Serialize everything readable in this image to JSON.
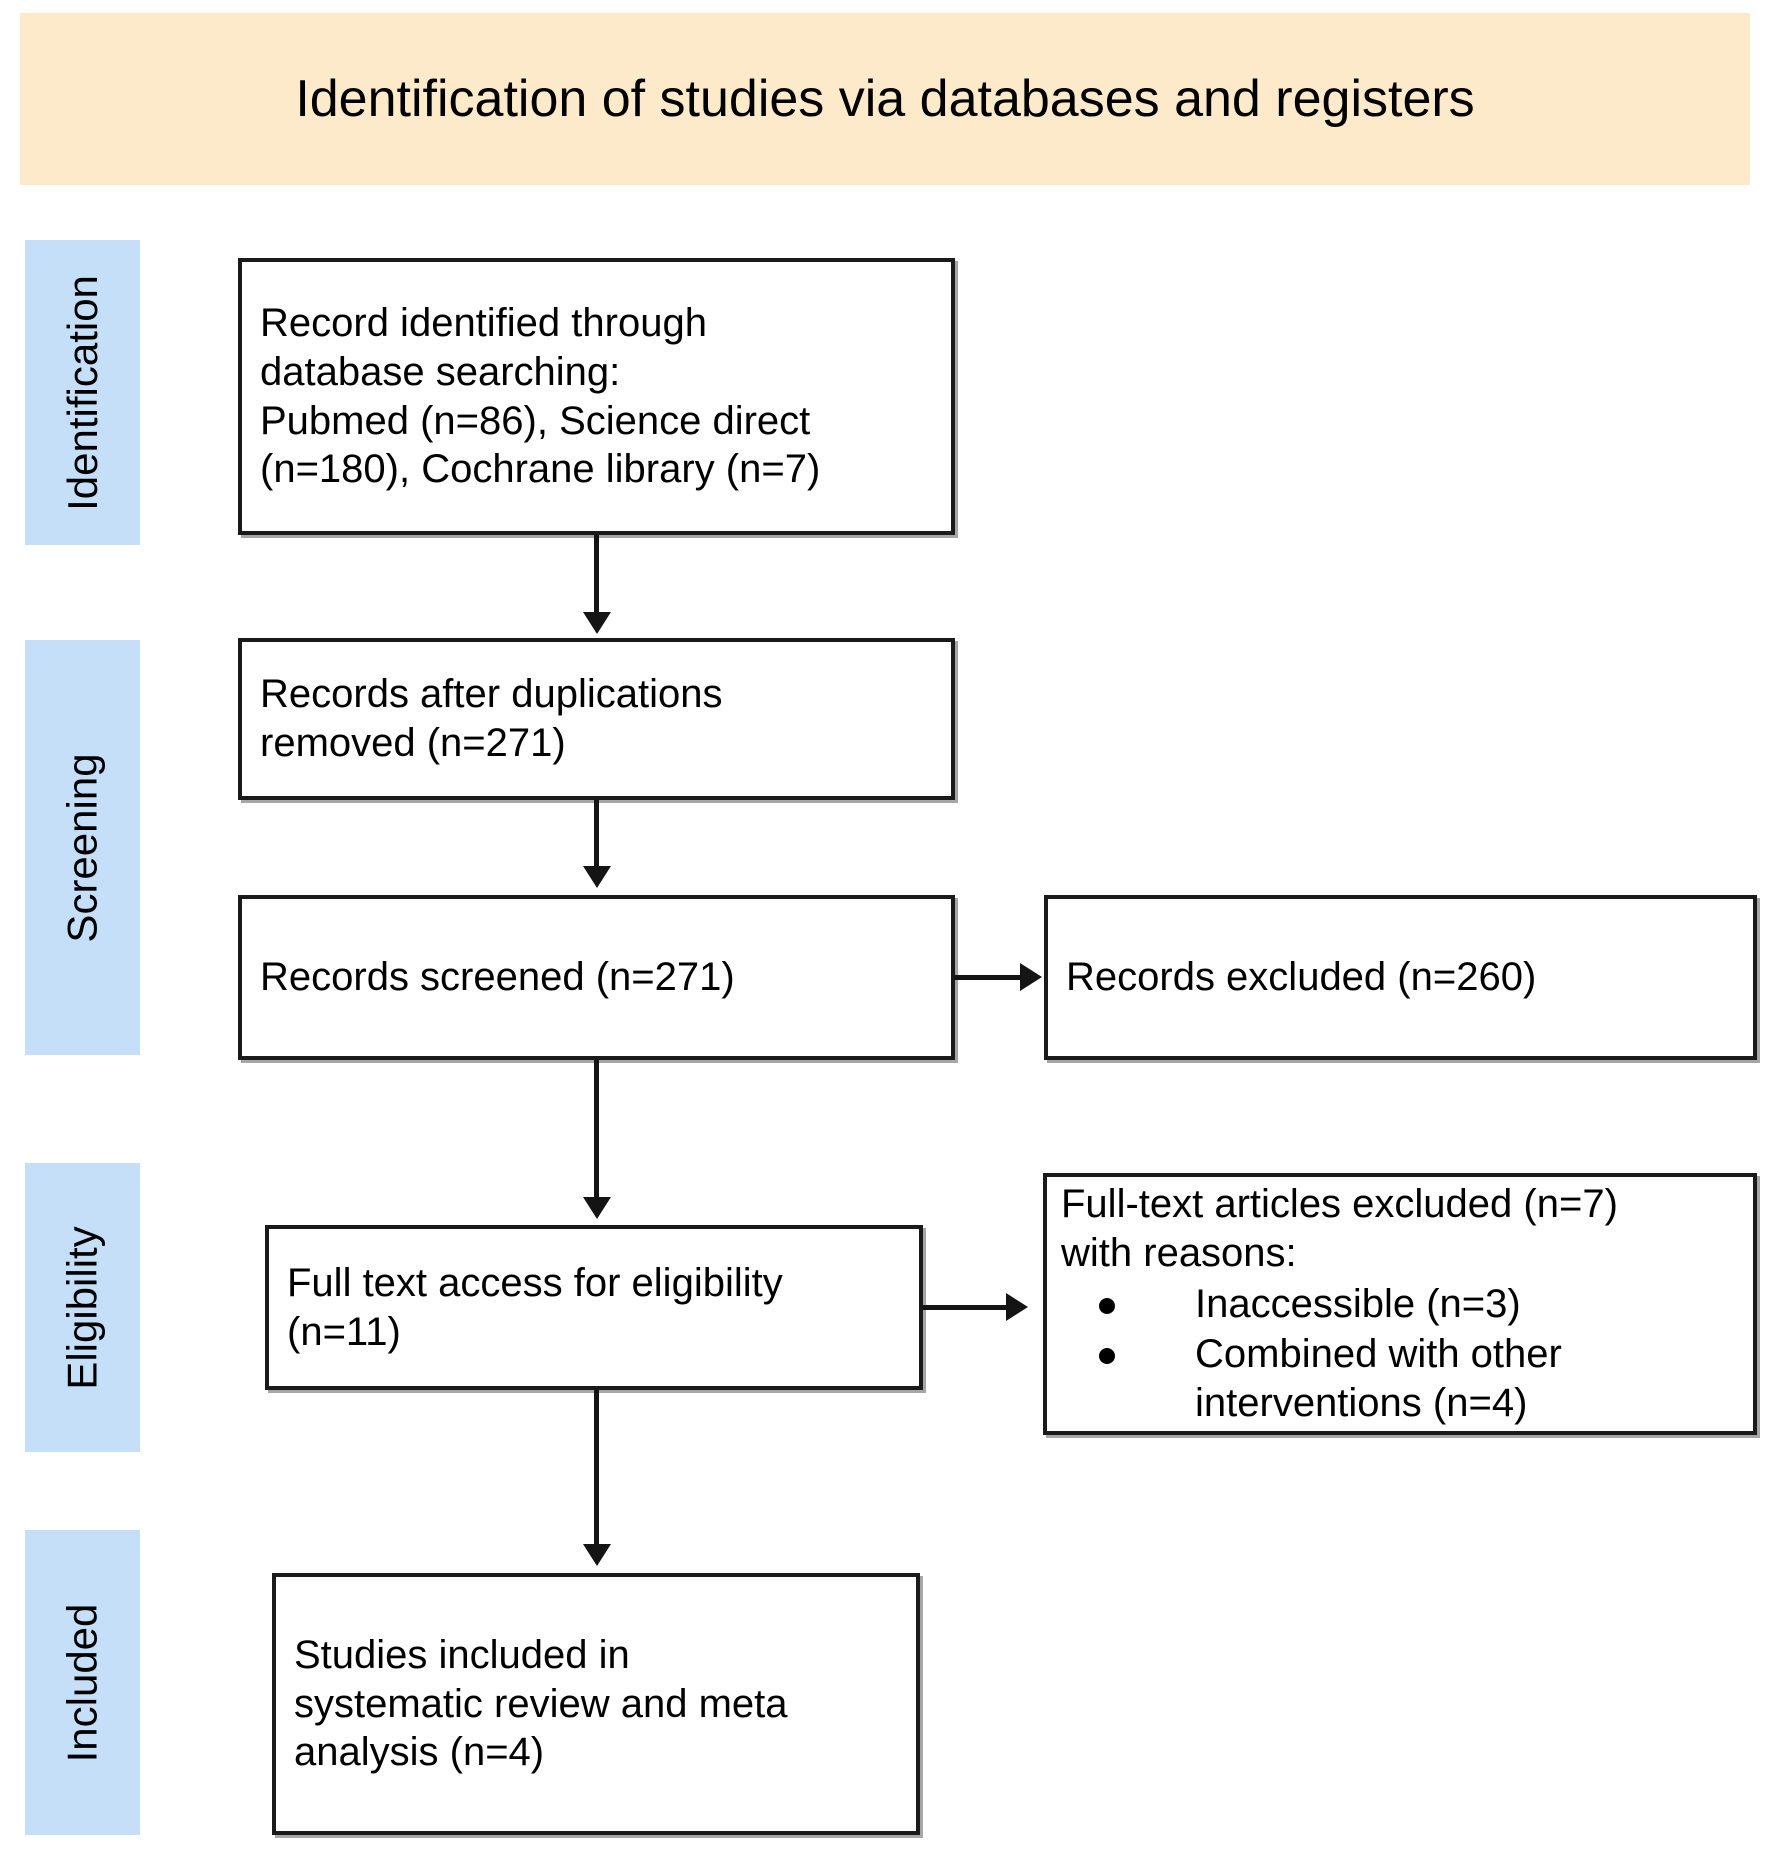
{
  "header": {
    "title": "Identification of studies via databases and registers",
    "background_color": "#FCEACB"
  },
  "stages": {
    "band_color": "#C5DFF8",
    "items": [
      {
        "label": "Identification"
      },
      {
        "label": "Screening"
      },
      {
        "label": "Eligibility"
      },
      {
        "label": "Included"
      }
    ]
  },
  "flow": {
    "boxes": {
      "identified": {
        "text": "Record identified through\ndatabase searching:\nPubmed (n=86), Science direct\n(n=180), Cochrane library (n=7)"
      },
      "duplicates_removed": {
        "text": "Records after duplications\nremoved (n=271)"
      },
      "screened": {
        "text": "Records screened (n=271)"
      },
      "records_excluded": {
        "text": "Records excluded (n=260)"
      },
      "eligibility": {
        "text": "Full text access for eligibility\n(n=11)"
      },
      "fulltext_excluded": {
        "heading": "Full-text articles excluded (n=7)\nwith reasons:",
        "reasons": [
          "Inaccessible (n=3)",
          "Combined with other\ninterventions (n=4)"
        ]
      },
      "included": {
        "text": "Studies included in\nsystematic review and meta\nanalysis (n=4)"
      }
    }
  }
}
